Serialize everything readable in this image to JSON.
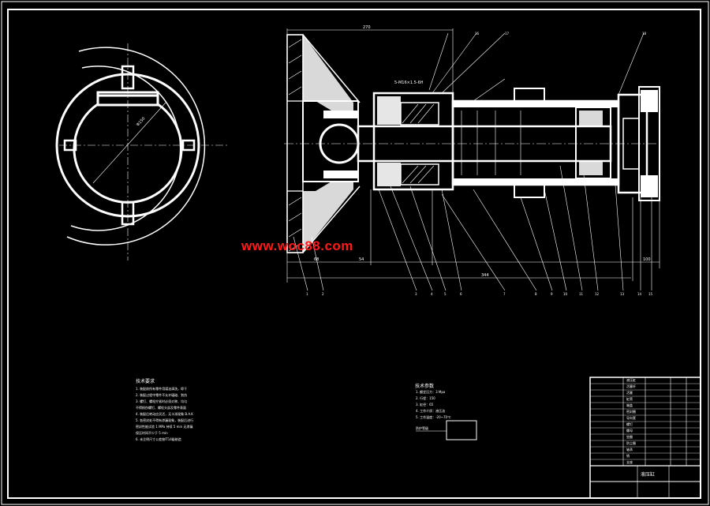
{
  "watermark": "www.woc88.com",
  "colors": {
    "background": "#000000",
    "lines": "#ffffff",
    "watermark": "#ff1a1a"
  },
  "tech_notes": {
    "title": "技术要求",
    "lines": [
      "1. 装配前所有零件用煤油清洗，晾干",
      "2. 装配过程中零件不允许磕碰、划伤",
      "3. 螺钉、螺栓拧紧时必须对称、均匀",
      "   不得损伤螺钉、螺栓头部及零件表面",
      "4. 装配后转动应灵活，无卡滞现象 B.A.K",
      "5. 各密封处不得有渗漏现象，装配后进行",
      "   密封性能试验 1 MPa 持续 5 min 无渗漏",
      "   保压时间不少于 5 min",
      "6. 未注明尺寸公差按IT14级制造"
    ]
  },
  "tech_specs": {
    "title": "技术参数",
    "lines": [
      "1. 额定压力：3 Mpa",
      "2. 行程：150",
      "3. 缸径：65",
      "4. 工作介质：液压油",
      "5. 工作温度：-20~70℃"
    ],
    "box_label": "防护等级"
  },
  "dimensions": {
    "top": "270",
    "left_bottom": "68",
    "mid_bottom": "54",
    "bottom_total": "344",
    "right_bottom": "100",
    "thread": "5-M16×1.5-6H"
  },
  "title_block": {
    "name": "液压缸",
    "rows": [
      "液压缸",
      "活塞杆",
      "活塞",
      "缸筒",
      "端盖",
      "密封圈",
      "导向套",
      "螺钉",
      "螺母",
      "垫圈",
      "防尘圈",
      "轴承",
      "销",
      "支座"
    ]
  }
}
